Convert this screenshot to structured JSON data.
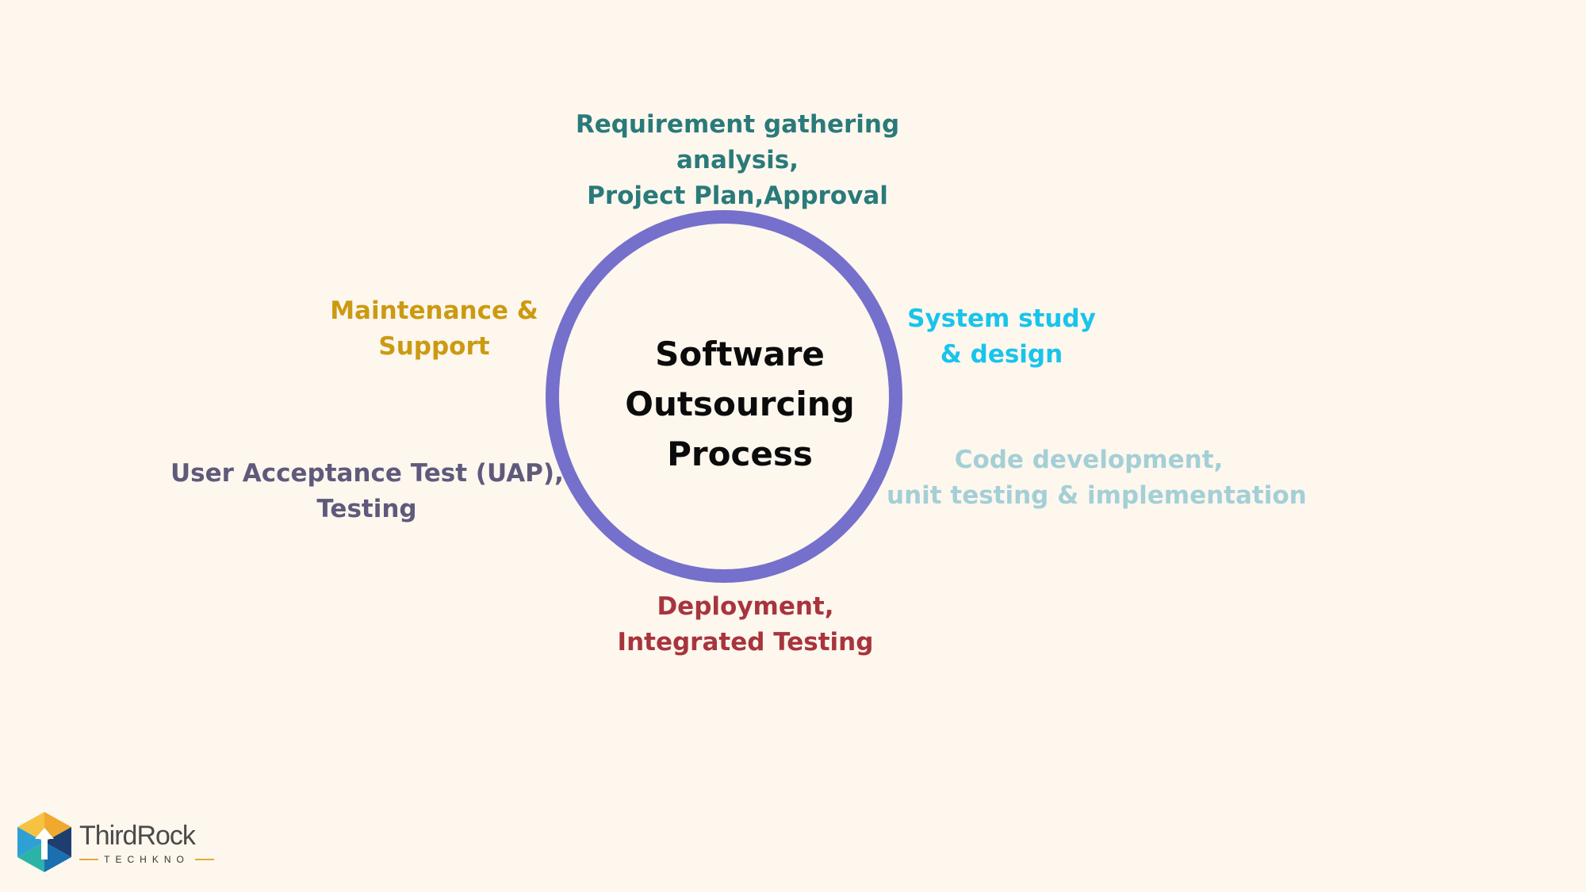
{
  "diagram": {
    "center_title_lines": [
      "Software",
      "Outsourcing",
      "Process"
    ],
    "steps": {
      "requirement": [
        "Requirement gathering",
        "analysis,",
        "Project Plan,Approval"
      ],
      "system_study": [
        "System study",
        "& design"
      ],
      "code_development": [
        "Code development,",
        "unit testing & implementation"
      ],
      "deployment": [
        "Deployment,",
        "Integrated Testing"
      ],
      "user_acceptance": [
        "User Acceptance Test (UAP),",
        "Testing"
      ],
      "maintenance": [
        "Maintenance &",
        "Support"
      ]
    }
  },
  "colors": {
    "background": "#fdf7ee",
    "ring": "#7570cb",
    "requirement": "#2a7a7a",
    "system_study": "#19c4eb",
    "code_development": "#a4cfd6",
    "deployment": "#a8343d",
    "user_acceptance": "#5f5a7c",
    "maintenance": "#cc9a12"
  },
  "logo": {
    "name": "ThirdRock",
    "tagline": "TECHKNO",
    "icon": "hexagon-arrow-logo-icon"
  }
}
